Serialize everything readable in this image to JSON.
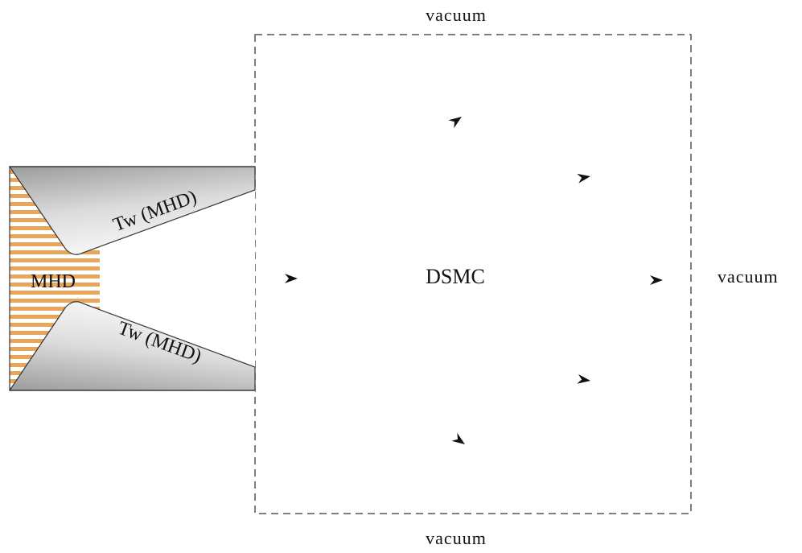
{
  "labels": {
    "vacuum_top": "vacuum",
    "vacuum_bottom": "vacuum",
    "vacuum_right": "vacuum",
    "dsmc": "DSMC",
    "mhd": "MHD",
    "wall_upper": "Tw (MHD)",
    "wall_lower": "Tw (MHD)"
  },
  "colors": {
    "mhd_stripe": "#e8a65a",
    "wall_gradient_dark": "#9c9c9c",
    "wall_gradient_light": "#f4f4f4",
    "boundary": "#555555"
  }
}
